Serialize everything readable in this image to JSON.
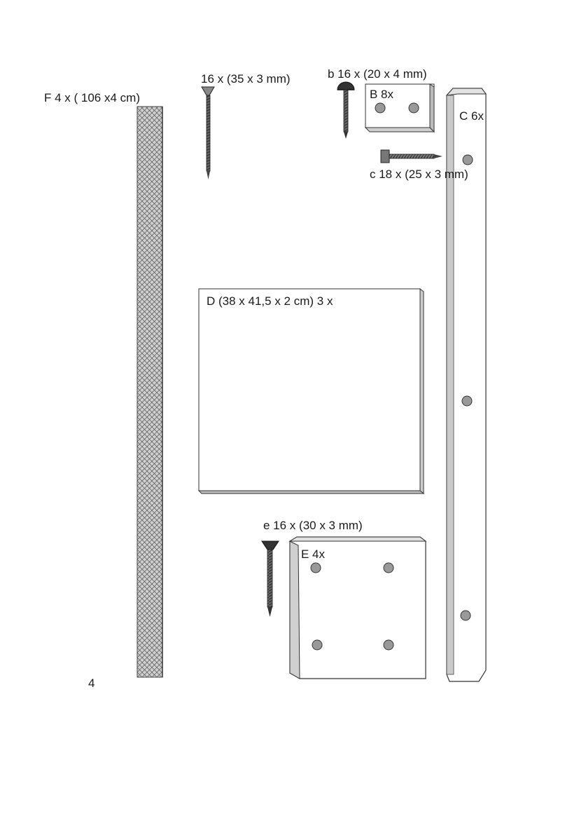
{
  "parts": {
    "F": {
      "label": "F 4 x  ( 106 x4 cm)"
    },
    "a": {
      "label": "16 x (35 x 3 mm)"
    },
    "b": {
      "label": "b 16 x (20 x 4 mm)"
    },
    "B": {
      "label": "B  8x"
    },
    "C": {
      "label": "C 6x"
    },
    "c": {
      "label": "c 18 x  (25 x 3 mm)"
    },
    "D": {
      "label": "D (38 x 41,5 x 2 cm)    3 x"
    },
    "e": {
      "label": "e 16 x  (30 x 3 mm)"
    },
    "E": {
      "label": "E 4x"
    }
  },
  "page_number": "4"
}
